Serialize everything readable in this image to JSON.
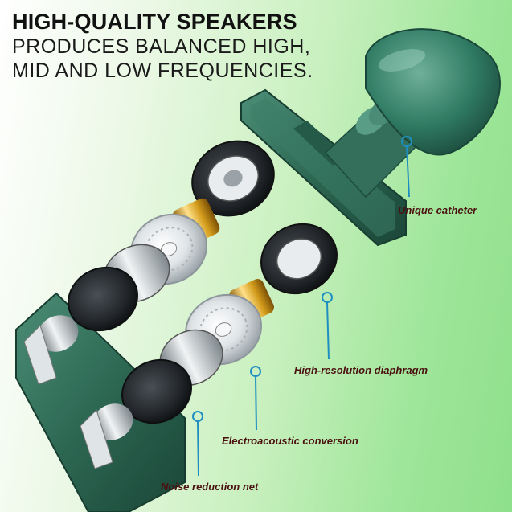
{
  "headline": "HIGH-QUALITY SPEAKERS",
  "subheadline_line1": "PRODUCES BALANCED HIGH,",
  "subheadline_line2": "MID AND LOW FREQUENCIES.",
  "callouts": {
    "unique_catheter": "Unique catheter",
    "diaphragm": "High-resolution diaphragm",
    "electroacoustic": "Electroacoustic conversion",
    "noise_net": "Noise reduction net"
  },
  "colors": {
    "housing_green": "#2f6e58",
    "metal": "#c9cfd3",
    "gold": "#d8a623",
    "callout_line": "#1e8fc0",
    "callout_text": "#4a1010"
  }
}
